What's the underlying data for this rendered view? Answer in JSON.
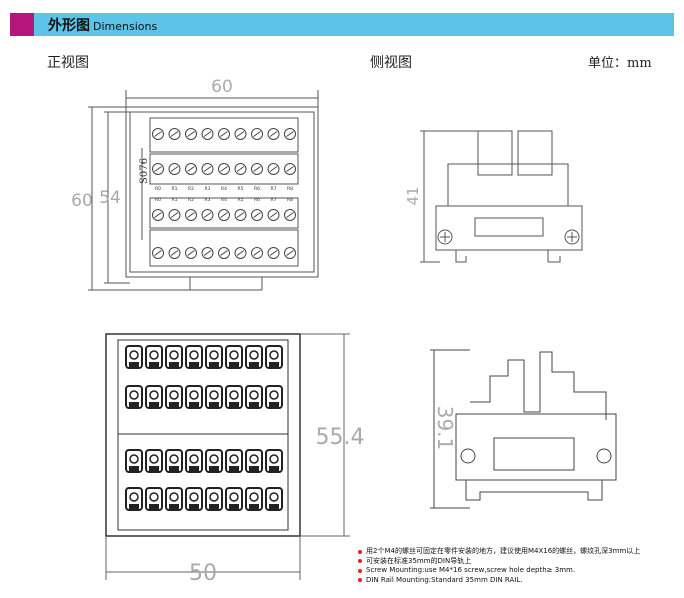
{
  "header": {
    "title_cn": "外形图",
    "title_en": "Dimensions",
    "accent": "#b4167e",
    "bar_color": "#5ec3e8"
  },
  "labels": {
    "front_view": "正视图",
    "side_view": "侧视图",
    "unit": "单位：mm"
  },
  "front_view": {
    "width_dim": "60",
    "height_outer_dim": "60",
    "height_inner_dim": "54",
    "model": "S076",
    "row_labels": [
      "R0",
      "R1",
      "R2",
      "R3",
      "R4",
      "R5",
      "R6",
      "R7",
      "R8"
    ]
  },
  "side_view": {
    "height_dim": "41"
  },
  "lower_front": {
    "height_dim": "55.4",
    "width_dim": "50"
  },
  "lower_side": {
    "height_dim": "39.1"
  },
  "notes": [
    "用2个M4的螺丝可固定在零件安装的地方，建议使用M4X16的螺丝，螺纹孔深3mm以上",
    "可安装在标准35mm的DIN导轨上",
    "Screw Mounting:use M4*16 screw,screw hole depth≥ 3mm.",
    "DIN Rail Mounting:Standard 35mm DIN RAIL."
  ],
  "bullet_color": "#e52222"
}
